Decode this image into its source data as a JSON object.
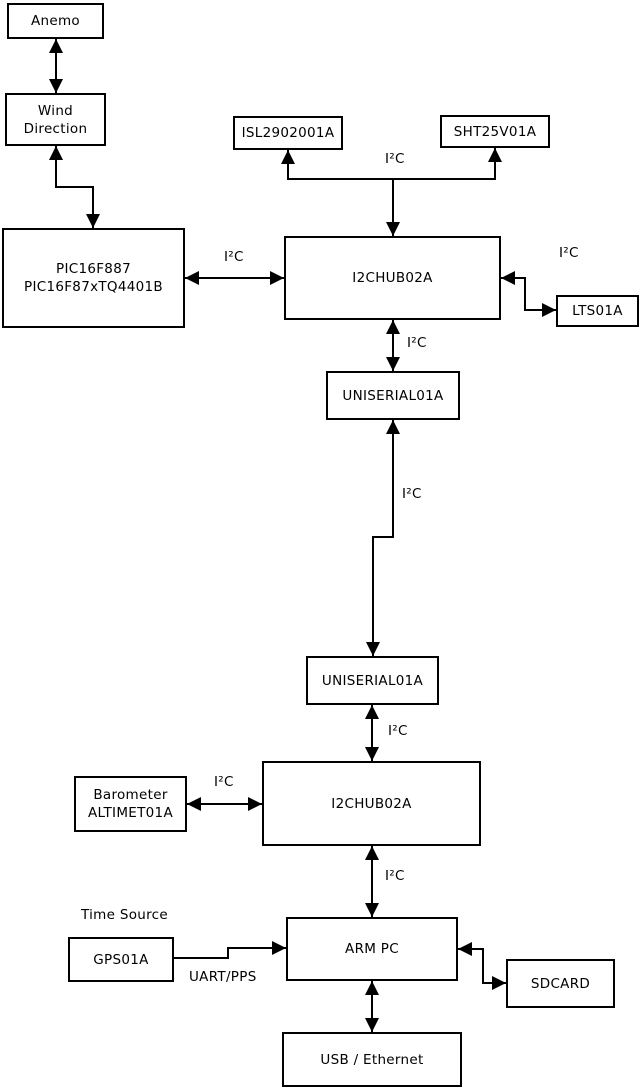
{
  "diagram": {
    "colors": {
      "background": "#ffffff",
      "stroke": "#000000",
      "box_fill": "#ffffff",
      "text": "#000000"
    },
    "boxes": {
      "anemo": {
        "label": "Anemo"
      },
      "wind_direction": {
        "line1": "Wind",
        "line2": "Direction"
      },
      "pic_controller": {
        "line1": "PIC16F887",
        "line2": "PIC16F87xTQ4401B"
      },
      "isl_sensor": {
        "label": "ISL2902001A"
      },
      "sht_sensor": {
        "label": "SHT25V01A"
      },
      "i2c_hub_upper": {
        "label": "I2CHUB02A"
      },
      "lts_sensor": {
        "label": "LTS01A"
      },
      "uniserial_upper": {
        "label": "UNISERIAL01A"
      },
      "uniserial_lower": {
        "label": "UNISERIAL01A"
      },
      "barometer": {
        "line1": "Barometer",
        "line2": "ALTIMET01A"
      },
      "i2c_hub_lower": {
        "label": "I2CHUB02A"
      },
      "gps": {
        "label": "GPS01A"
      },
      "arm_pc": {
        "label": "ARM PC"
      },
      "sdcard": {
        "label": "SDCARD"
      },
      "usb_ethernet": {
        "label": "USB / Ethernet"
      }
    },
    "edge_labels": {
      "i2c_sensor_bus": "I²C",
      "i2c_pic_hub": "I²C",
      "i2c_hub_lts": "I²C",
      "i2c_hub_uniserial": "I²C",
      "i2c_uniserial_link": "I²C",
      "i2c_uniserial_hub": "I²C",
      "i2c_barometer_hub": "I²C",
      "i2c_hub_armpc": "I²C",
      "time_source": "Time Source",
      "uart_pps": "UART/PPS"
    }
  }
}
